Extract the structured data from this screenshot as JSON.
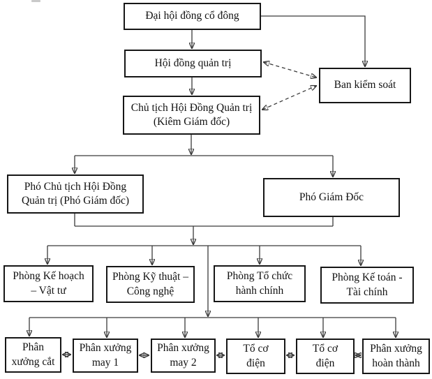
{
  "diagram": {
    "type": "org-chart",
    "boxes": [
      {
        "id": "dai-hoi-dong-co-dong",
        "label": "Đại hội đồng cổ đông"
      },
      {
        "id": "hoi-dong-quan-tri",
        "label": "Hội đồng quản trị"
      },
      {
        "id": "ban-kiem-soat",
        "label": "Ban kiểm soát"
      },
      {
        "id": "chu-tich-hdqt",
        "label": "Chủ tịch Hội Đồng Quản trị\n(Kiêm Giám đốc)"
      },
      {
        "id": "pho-chu-tich-hdqt",
        "label": "Phó Chủ tịch Hội Đồng\nQuản trị (Phó Giám đốc)"
      },
      {
        "id": "pho-giam-doc",
        "label": "Phó Giám Đốc"
      },
      {
        "id": "phong-ke-hoach-vat-tu",
        "label": "Phòng Kế hoạch\n– Vật tư"
      },
      {
        "id": "phong-ky-thuat-cong-nghe",
        "label": "Phòng Kỹ thuật –\nCông nghệ"
      },
      {
        "id": "phong-to-chuc-hanh-chinh",
        "label": "Phòng Tổ chức\nhành chính"
      },
      {
        "id": "phong-ke-toan-tai-chinh",
        "label": "Phòng Kế toán -\nTài chính"
      },
      {
        "id": "phan-xuong-cat",
        "label": "Phân\nxưởng cắt"
      },
      {
        "id": "phan-xuong-may-1",
        "label": "Phân xưởng\nmay 1"
      },
      {
        "id": "phan-xuong-may-2",
        "label": "Phân xưởng\nmay 2"
      },
      {
        "id": "to-co-dien-1",
        "label": "Tổ cơ\nđiện"
      },
      {
        "id": "to-co-dien-2",
        "label": "Tổ cơ\nđiện"
      },
      {
        "id": "phan-xuong-hoan-thanh",
        "label": "Phân xưởng\nhoàn thành"
      }
    ],
    "edges": [
      {
        "from": "dai-hoi-dong-co-dong",
        "to": "hoi-dong-quan-tri",
        "style": "solid-arrow"
      },
      {
        "from": "dai-hoi-dong-co-dong",
        "to": "ban-kiem-soat",
        "style": "solid-arrow"
      },
      {
        "from": "hoi-dong-quan-tri",
        "to": "chu-tich-hdqt",
        "style": "solid-arrow"
      },
      {
        "from": "hoi-dong-quan-tri",
        "to": "ban-kiem-soat",
        "style": "dashed-two-way"
      },
      {
        "from": "chu-tich-hdqt",
        "to": "ban-kiem-soat",
        "style": "dashed-two-way"
      },
      {
        "from": "chu-tich-hdqt",
        "to": "pho-chu-tich-hdqt",
        "style": "solid-arrow"
      },
      {
        "from": "chu-tich-hdqt",
        "to": "pho-giam-doc",
        "style": "solid-arrow"
      },
      {
        "from": "pho-chu-tich-hdqt,pho-giam-doc",
        "to": "phong-ke-hoach-vat-tu",
        "style": "solid-arrow"
      },
      {
        "from": "pho-chu-tich-hdqt,pho-giam-doc",
        "to": "phong-ky-thuat-cong-nghe",
        "style": "solid-arrow"
      },
      {
        "from": "pho-chu-tich-hdqt,pho-giam-doc",
        "to": "phong-to-chuc-hanh-chinh",
        "style": "solid-arrow"
      },
      {
        "from": "pho-chu-tich-hdqt,pho-giam-doc",
        "to": "phong-ke-toan-tai-chinh",
        "style": "solid-arrow"
      },
      {
        "from": "pho-chu-tich-hdqt,pho-giam-doc",
        "to": "phan-xuong-cat",
        "style": "solid-arrow"
      },
      {
        "from": "pho-chu-tich-hdqt,pho-giam-doc",
        "to": "phan-xuong-may-1",
        "style": "solid-arrow"
      },
      {
        "from": "pho-chu-tich-hdqt,pho-giam-doc",
        "to": "phan-xuong-may-2",
        "style": "solid-arrow"
      },
      {
        "from": "pho-chu-tich-hdqt,pho-giam-doc",
        "to": "to-co-dien-1",
        "style": "solid-arrow"
      },
      {
        "from": "pho-chu-tich-hdqt,pho-giam-doc",
        "to": "to-co-dien-2",
        "style": "solid-arrow"
      },
      {
        "from": "pho-chu-tich-hdqt,pho-giam-doc",
        "to": "phan-xuong-hoan-thanh",
        "style": "solid-arrow"
      },
      {
        "from": "phan-xuong-cat",
        "to": "phan-xuong-may-1",
        "style": "solid-two-way"
      },
      {
        "from": "phan-xuong-may-1",
        "to": "phan-xuong-may-2",
        "style": "solid-two-way"
      },
      {
        "from": "phan-xuong-may-2",
        "to": "to-co-dien-1",
        "style": "solid-two-way"
      },
      {
        "from": "to-co-dien-1",
        "to": "to-co-dien-2",
        "style": "solid-two-way"
      },
      {
        "from": "to-co-dien-2",
        "to": "phan-xuong-hoan-thanh",
        "style": "solid-two-way"
      }
    ]
  },
  "colors": {
    "background": "#ffffff",
    "box_border": "#161616",
    "box_fill": "#ffffff",
    "text": "#111111",
    "connector": "#3a3a3a"
  }
}
